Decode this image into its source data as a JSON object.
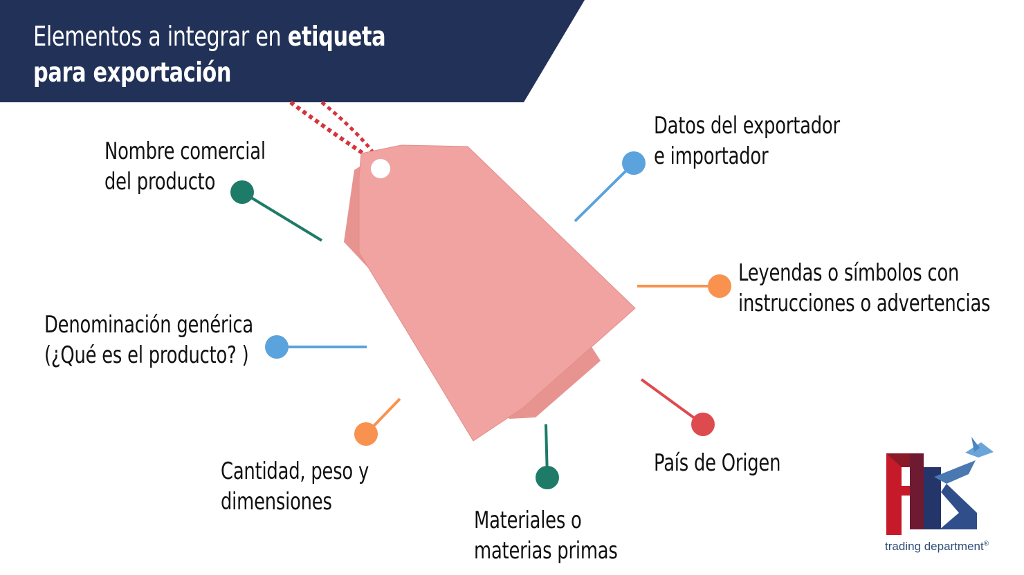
{
  "header": {
    "title_regular": "Elementos a integrar en ",
    "title_bold_1": "etiqueta",
    "title_bold_2": "para exportación"
  },
  "items": [
    {
      "line1": "Nombre comercial",
      "line2": "del producto",
      "color": "#1d7b68"
    },
    {
      "line1": "Denominación genérica",
      "line2": "(¿Qué es el producto? )",
      "color": "#5ba3dc"
    },
    {
      "line1": "Cantidad, peso y",
      "line2": "dimensiones",
      "color": "#f8924e"
    },
    {
      "line1": "Materiales o",
      "line2": "materias primas",
      "color": "#1d7b68"
    },
    {
      "line1": "País de Origen",
      "color": "#dd4b4f"
    },
    {
      "line1": "Leyendas o símbolos con",
      "line2": "instrucciones o advertencias",
      "color": "#f8924e"
    },
    {
      "line1": "Datos del exportador",
      "line2": "e importador",
      "color": "#5ba3dc"
    }
  ],
  "illustration": {
    "icon": "price-tag-icon",
    "tag_color": "#f0a3a1",
    "string_colors": [
      "#d6343b",
      "#ffffff"
    ]
  },
  "logo": {
    "icon": "ftd-logo-icon",
    "text": "trading department",
    "mark": "®"
  }
}
